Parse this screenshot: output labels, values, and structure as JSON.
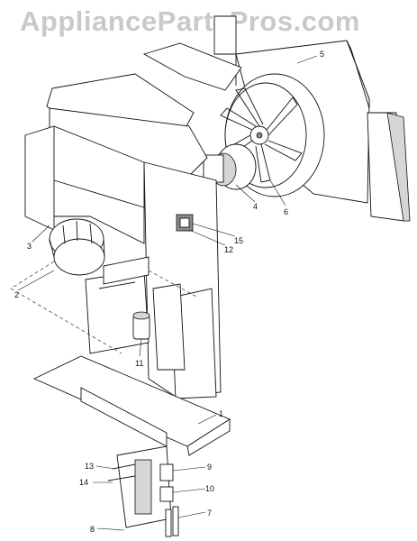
{
  "watermark": "AppliancePartsPros.com",
  "callouts": {
    "c1": "1",
    "c2": "2",
    "c3": "3",
    "c4": "4",
    "c5": "5",
    "c6": "6",
    "c7": "7",
    "c8": "8",
    "c9": "9",
    "c10": "10",
    "c11": "11",
    "c12": "12",
    "c13": "13",
    "c14": "14",
    "c15": "15"
  }
}
